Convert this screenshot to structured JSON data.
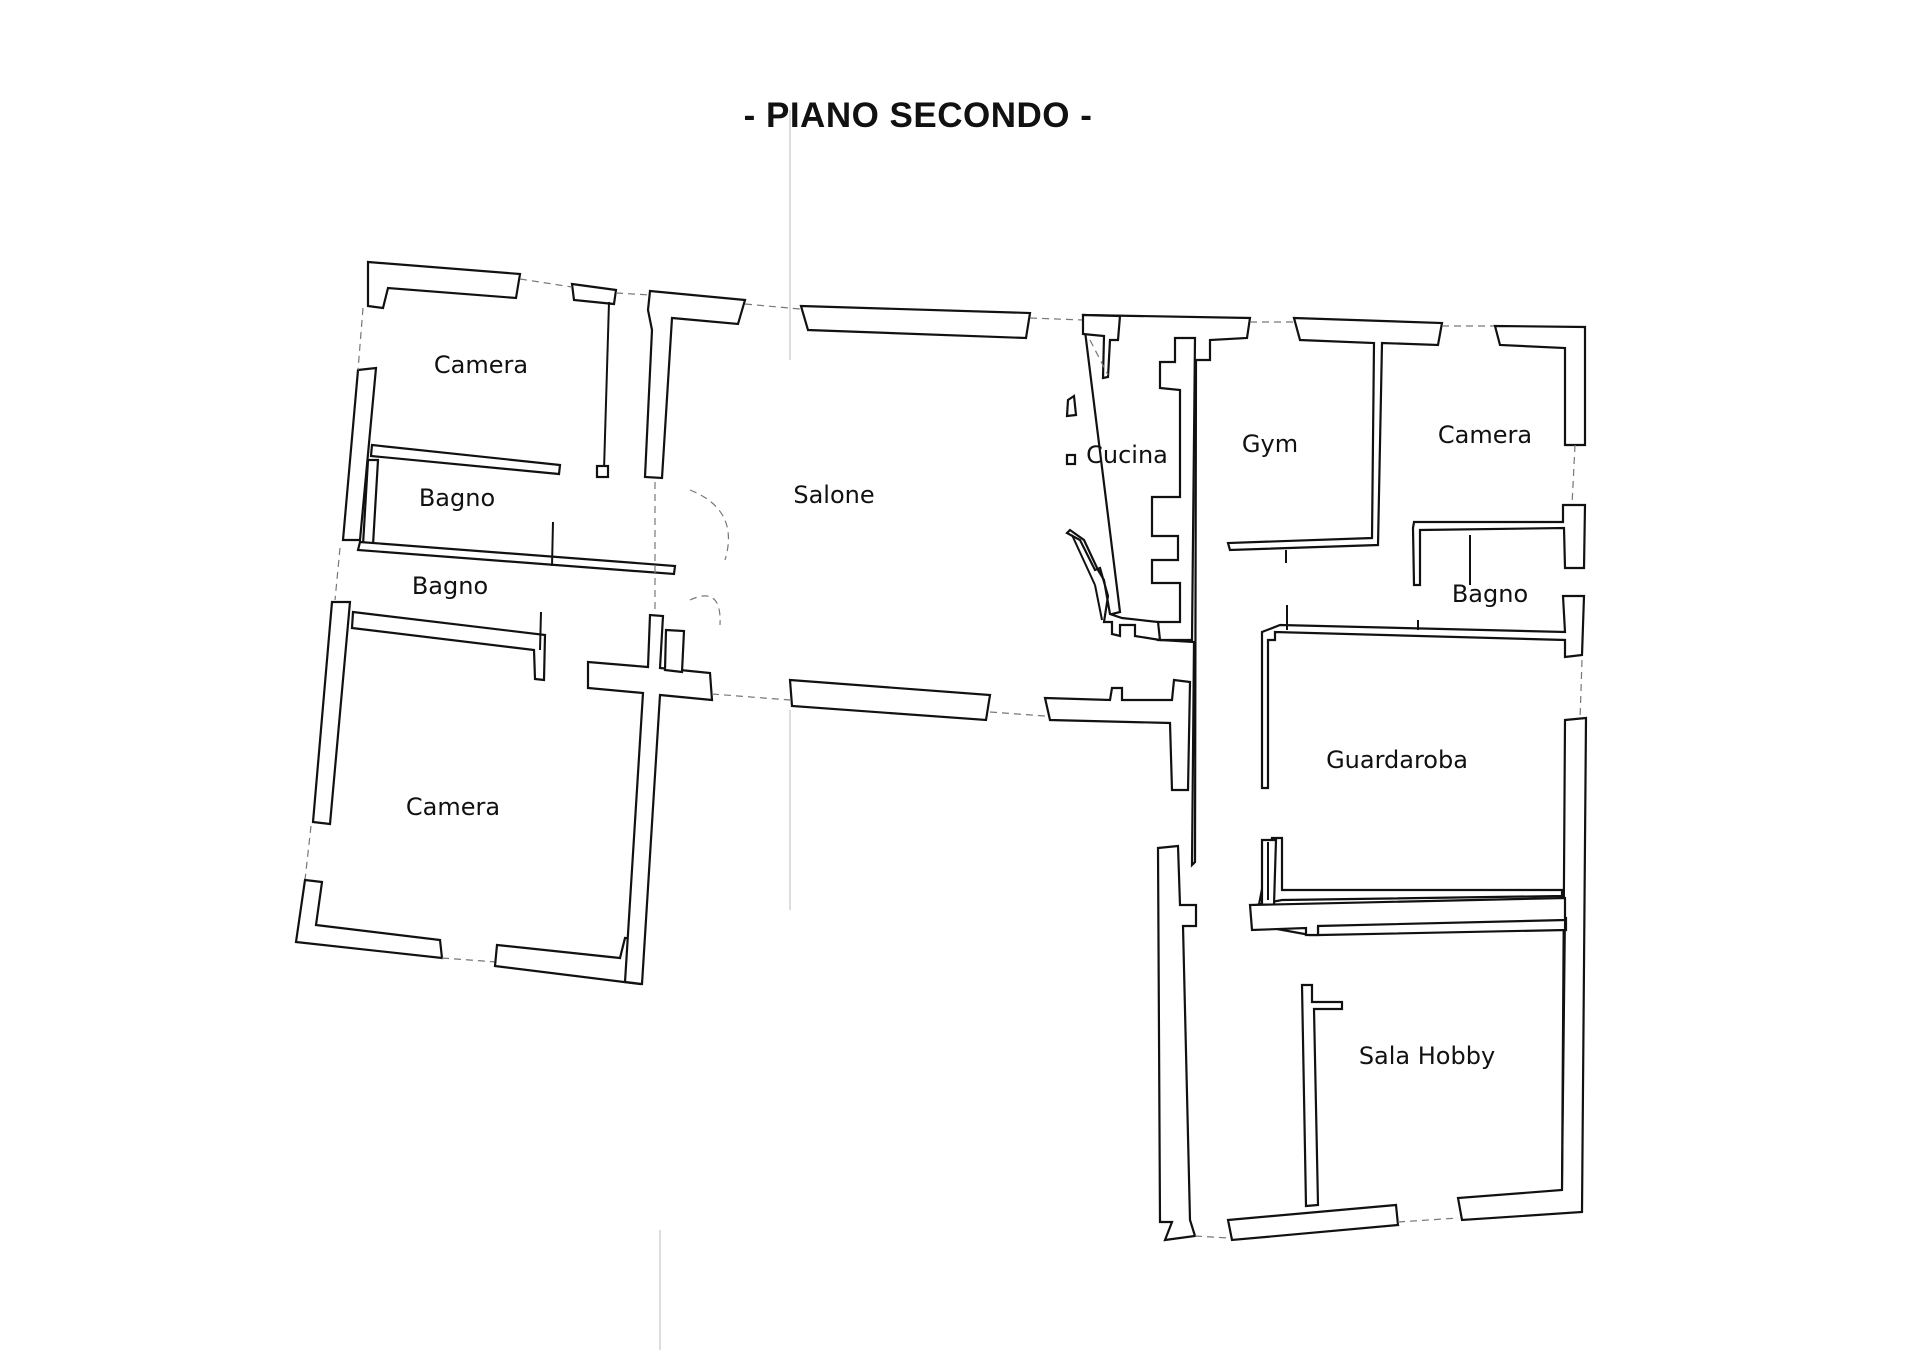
{
  "title": "- PIANO SECONDO -",
  "rooms": {
    "camera_top_left": "Camera",
    "bagno_left_1": "Bagno",
    "bagno_left_2": "Bagno",
    "camera_bottom_left": "Camera",
    "salone": "Salone",
    "cucina": "Cucina",
    "gym": "Gym",
    "camera_right": "Camera",
    "bagno_right": "Bagno",
    "guardaroba": "Guardaroba",
    "sala_hobby": "Sala Hobby"
  }
}
